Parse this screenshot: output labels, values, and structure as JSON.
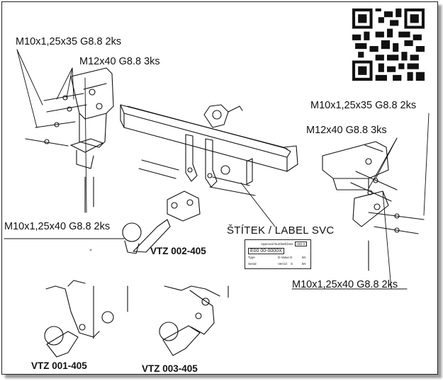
{
  "labels": {
    "bolt_top_left_a": "M10x1,25x35 G8.8 2ks",
    "bolt_top_left_b": "M12x40 G8.8 3ks",
    "bolt_right_a": "M10x1,25x35 G8.8 2ks",
    "bolt_right_b": "M12x40 G8.8 3ks",
    "bolt_left_bottom": "M10x1,25x40 G8.8 2ks",
    "bolt_right_bottom": "M10x1,25x40 G8.8 2ks",
    "label_plate": "ŠTÍTEK / LABEL SVC",
    "dash_mark": "-"
  },
  "models": {
    "main": "VTZ 002-405",
    "left": "VTZ 001-405",
    "middle": "VTZ 003-405"
  },
  "plate": {
    "approval_number": "Approval Number",
    "class_label": "Class",
    "class_value": "A50-X",
    "code": "E00 00-0000X",
    "type": "Type",
    "d_value": "D-Value D",
    "kn1": "kN",
    "serial": "Serial",
    "vert_ld": "Vert.ld",
    "s": "S",
    "kn2": "kN"
  },
  "qr": {
    "name": "qr-code"
  },
  "colors": {
    "ink": "#111111",
    "frame": "#222222",
    "shadow": "#9a9a9a"
  }
}
